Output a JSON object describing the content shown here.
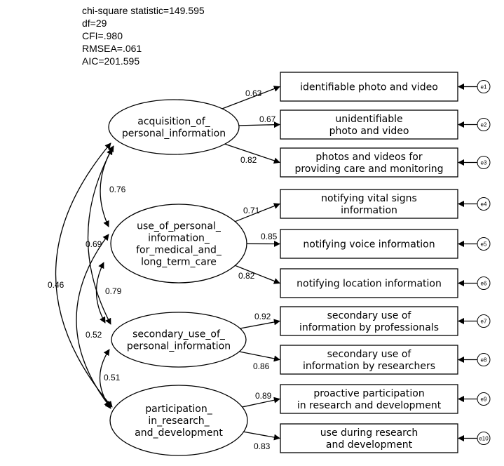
{
  "stats": [
    "chi-square statistic=149.595",
    "df=29",
    "CFI=.980",
    "RMSEA=.061",
    "AIC=201.595"
  ],
  "factors": [
    {
      "id": "f1",
      "lines": [
        "acquisition_of_",
        "personal_information"
      ]
    },
    {
      "id": "f2",
      "lines": [
        "use_of_personal_",
        "information_",
        "for_medical_and_",
        "long_term_care"
      ]
    },
    {
      "id": "f3",
      "lines": [
        "secondary_use_of_",
        "personal_information"
      ]
    },
    {
      "id": "f4",
      "lines": [
        "participation_",
        "in_research_",
        "and_development"
      ]
    }
  ],
  "indicators": [
    {
      "id": "x1",
      "factor": "f1",
      "lines": [
        "identifiable photo and video"
      ],
      "loading": "0.63",
      "error": "e1"
    },
    {
      "id": "x2",
      "factor": "f1",
      "lines": [
        "unidentifiable",
        "photo and video"
      ],
      "loading": "0.67",
      "error": "e2"
    },
    {
      "id": "x3",
      "factor": "f1",
      "lines": [
        "photos and videos for",
        "providing care and monitoring"
      ],
      "loading": "0.82",
      "error": "e3"
    },
    {
      "id": "x4",
      "factor": "f2",
      "lines": [
        "notifying vital signs",
        "information"
      ],
      "loading": "0.71",
      "error": "e4"
    },
    {
      "id": "x5",
      "factor": "f2",
      "lines": [
        "notifying voice information"
      ],
      "loading": "0.85",
      "error": "e5"
    },
    {
      "id": "x6",
      "factor": "f2",
      "lines": [
        "notifying location information"
      ],
      "loading": "0.82",
      "error": "e6"
    },
    {
      "id": "x7",
      "factor": "f3",
      "lines": [
        "secondary use of",
        "information by professionals"
      ],
      "loading": "0.92",
      "error": "e7"
    },
    {
      "id": "x8",
      "factor": "f3",
      "lines": [
        "secondary use of",
        "information by researchers"
      ],
      "loading": "0.86",
      "error": "e8"
    },
    {
      "id": "x9",
      "factor": "f4",
      "lines": [
        "proactive participation",
        "in research and development"
      ],
      "loading": "0.89",
      "error": "e9"
    },
    {
      "id": "x10",
      "factor": "f4",
      "lines": [
        "use during research",
        "and development"
      ],
      "loading": "0.83",
      "error": "e10"
    }
  ],
  "correlations": [
    {
      "from": "f1",
      "to": "f2",
      "value": "0.76"
    },
    {
      "from": "f1",
      "to": "f3",
      "value": "0.69"
    },
    {
      "from": "f1",
      "to": "f4",
      "value": "0.46"
    },
    {
      "from": "f2",
      "to": "f3",
      "value": "0.79"
    },
    {
      "from": "f2",
      "to": "f4",
      "value": "0.52"
    },
    {
      "from": "f3",
      "to": "f4",
      "value": "0.51"
    }
  ]
}
